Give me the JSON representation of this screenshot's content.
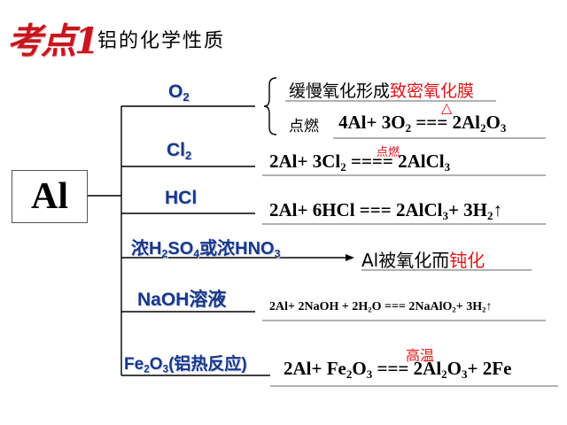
{
  "title": {
    "badge": "考点1",
    "topic": "铝的化学性质"
  },
  "center": "Al",
  "branches": [
    {
      "reagent_parts": [
        [
          "O",
          ""
        ],
        [
          "2",
          "sub"
        ]
      ]
    },
    {
      "reagent_parts": [
        [
          "Cl",
          ""
        ],
        [
          "2",
          "sub"
        ]
      ]
    },
    {
      "reagent_parts": [
        [
          "HCl",
          ""
        ]
      ]
    },
    {
      "reagent_parts": [
        [
          "浓H",
          ""
        ],
        [
          "2",
          "sub"
        ],
        [
          "SO",
          ""
        ],
        [
          "4",
          "sub"
        ],
        [
          "或浓HNO",
          ""
        ],
        [
          "3",
          "sub"
        ]
      ]
    },
    {
      "reagent_parts": [
        [
          "NaOH溶液",
          ""
        ]
      ]
    },
    {
      "reagent_parts": [
        [
          "Fe",
          ""
        ],
        [
          "2",
          "sub"
        ],
        [
          "O",
          ""
        ],
        [
          "3",
          "sub"
        ],
        [
          "(铝热反应)",
          ""
        ]
      ]
    }
  ],
  "o2_slow": {
    "plain": "缓慢氧化形成",
    "highlight": "致密氧化膜"
  },
  "o2_burn": {
    "label": "点燃",
    "condition": "△",
    "parts": [
      [
        "4Al+ 3O",
        ""
      ],
      [
        "2",
        "sub"
      ],
      [
        " === 2Al",
        ""
      ],
      [
        "2",
        "sub"
      ],
      [
        "O",
        ""
      ],
      [
        "3",
        "sub"
      ]
    ]
  },
  "cl2_eq": {
    "condition": "点燃",
    "parts": [
      [
        "2Al+ 3Cl",
        ""
      ],
      [
        "2",
        "sub"
      ],
      [
        " ==== 2AlCl",
        ""
      ],
      [
        "3",
        "sub"
      ]
    ]
  },
  "hcl_eq": {
    "parts": [
      [
        "2Al+ 6HCl === 2AlCl",
        ""
      ],
      [
        "3",
        "sub"
      ],
      [
        "+ 3H",
        ""
      ],
      [
        "2",
        "sub"
      ],
      [
        "↑",
        ""
      ]
    ]
  },
  "acid_result": {
    "plain": "Al被氧化而",
    "highlight": "钝化"
  },
  "naoh_eq": {
    "parts": [
      [
        "2Al+ 2NaOH + 2H",
        ""
      ],
      [
        "2",
        "sub"
      ],
      [
        "O === 2NaAlO",
        ""
      ],
      [
        "2",
        "sub"
      ],
      [
        "+ 3H",
        ""
      ],
      [
        "2",
        "sub"
      ],
      [
        "↑",
        ""
      ]
    ]
  },
  "fe2o3_eq": {
    "condition": "高温",
    "parts": [
      [
        "2Al+ Fe",
        ""
      ],
      [
        "2",
        "sub"
      ],
      [
        "O",
        ""
      ],
      [
        "3",
        "sub"
      ],
      [
        " === 2Al",
        ""
      ],
      [
        "2",
        "sub"
      ],
      [
        "O",
        ""
      ],
      [
        "3",
        "sub"
      ],
      [
        "+ 2Fe",
        ""
      ]
    ]
  },
  "colors": {
    "reagent": "#17378a",
    "highlight": "#e0151a",
    "title_badge": "#c8161e"
  }
}
